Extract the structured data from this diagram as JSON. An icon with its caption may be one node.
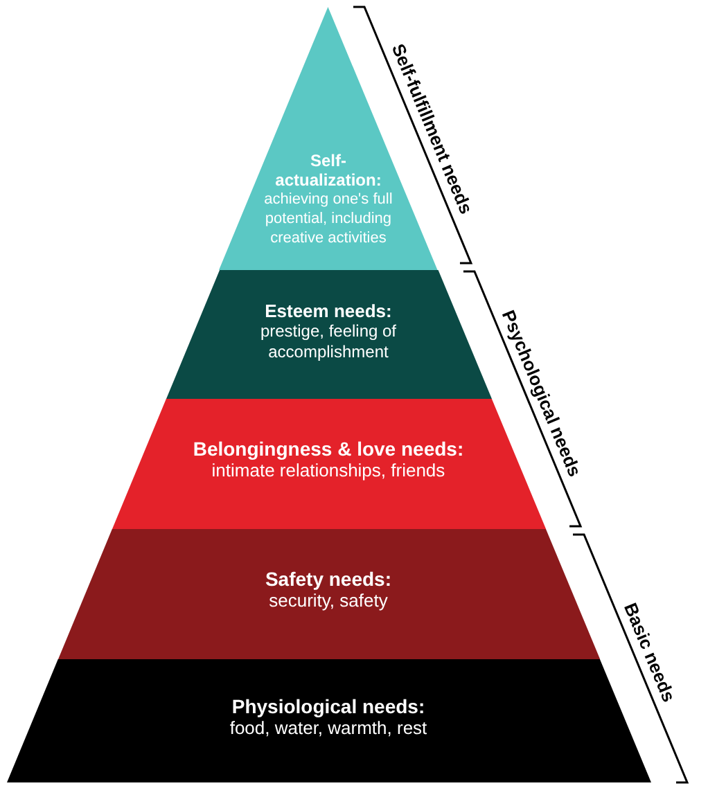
{
  "diagram": {
    "nodes": [
      {
        "text": [
          "Self-actualization:",
          "achieving one's full potential, including creative activities"
        ]
      },
      {
        "text": [
          "Esteem needs:",
          "prestige, feeling of accomplishment"
        ]
      },
      {
        "text": [
          "Belongingness & love needs:",
          "intimate relationships, friends"
        ]
      },
      {
        "text": [
          "Safety needs:",
          "security, safety"
        ]
      },
      {
        "text": [
          "Physiological needs:",
          "food, water, warmth, rest"
        ]
      }
    ],
    "labels": [
      "Self-fulfillment needs",
      "Psychological needs",
      "Basic needs"
    ]
  }
}
